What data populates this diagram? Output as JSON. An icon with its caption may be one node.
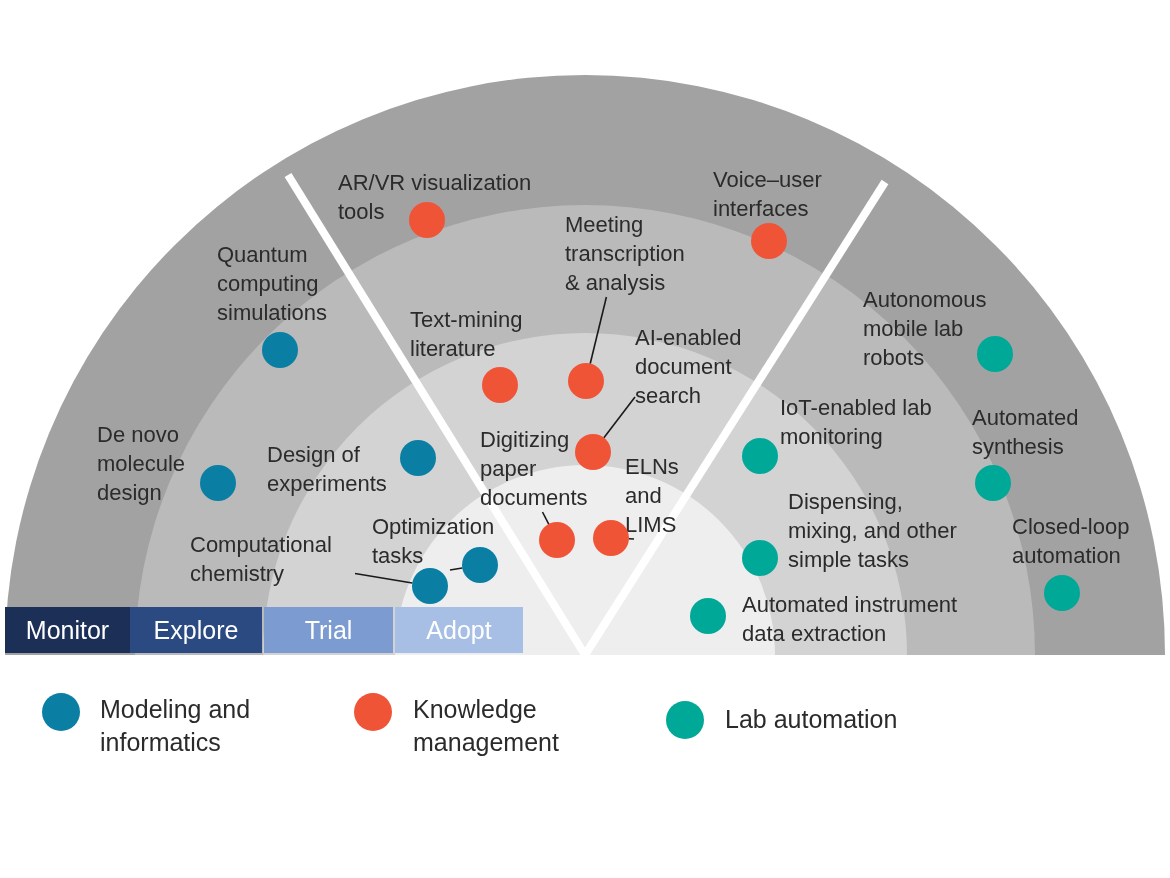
{
  "diagram": {
    "nodes": [
      {
        "text": [
          "Monitor"
        ]
      },
      {
        "text": [
          "Explore"
        ]
      },
      {
        "text": [
          "Trial"
        ]
      },
      {
        "text": [
          "Adopt"
        ]
      },
      {
        "text": [],
        "shape": "circle",
        "beside": [
          "Quantum computing simulations"
        ]
      },
      {
        "text": [],
        "shape": "circle",
        "beside": [
          "De novo molecule design"
        ]
      },
      {
        "text": [],
        "shape": "circle",
        "beside": [
          "Design of experiments"
        ]
      },
      {
        "text": [
          "Computational chemistry"
        ]
      },
      {
        "text": [],
        "shape": "circle"
      },
      {
        "text": [
          "Optimization tasks"
        ]
      },
      {
        "text": [],
        "shape": "circle"
      },
      {
        "text": [],
        "shape": "circle",
        "beside": [
          "AR/VR visualization tools"
        ]
      },
      {
        "text": [],
        "shape": "circle",
        "beside": [
          "Voice–user interfaces"
        ]
      },
      {
        "text": [
          "Meeting transcription & analysis"
        ]
      },
      {
        "text": [],
        "shape": "circle"
      },
      {
        "text": [],
        "shape": "circle",
        "beside": [
          "Text-mining literature"
        ]
      },
      {
        "text": [
          "AI-enabled document search"
        ]
      },
      {
        "text": [],
        "shape": "circle"
      },
      {
        "text": [
          "Digitizing paper documents"
        ]
      },
      {
        "text": [],
        "shape": "circle"
      },
      {
        "text": [
          "ELNs and LIMS"
        ]
      },
      {
        "text": [],
        "shape": "circle"
      },
      {
        "text": [],
        "shape": "circle",
        "beside": [
          "Autonomous mobile lab robots"
        ]
      },
      {
        "text": [],
        "shape": "circle",
        "beside": [
          "IoT-enabled lab monitoring"
        ]
      },
      {
        "text": [],
        "shape": "circle",
        "beside": [
          "Automated synthesis"
        ]
      },
      {
        "text": [],
        "shape": "circle",
        "beside": [
          "Dispensing, mixing, and other simple tasks"
        ]
      },
      {
        "text": [],
        "shape": "circle",
        "beside": [
          "Closed-loop automation"
        ]
      },
      {
        "text": [],
        "shape": "circle",
        "beside": [
          "Automated instrument data extraction"
        ]
      }
    ],
    "edges": [
      {
        "from": 7,
        "to": 8,
        "arrow": "none"
      },
      {
        "from": 9,
        "to": 10,
        "arrow": "none"
      },
      {
        "from": 13,
        "to": 14,
        "arrow": "none"
      },
      {
        "from": 16,
        "to": 17,
        "arrow": "none"
      },
      {
        "from": 18,
        "to": 19,
        "arrow": "none"
      },
      {
        "from": 20,
        "to": 21,
        "arrow": "none"
      }
    ],
    "legend": [
      {
        "text": "Modeling and informatics",
        "color": "#0a7fa3"
      },
      {
        "text": "Knowledge management",
        "color": "#f05437"
      },
      {
        "text": "Lab automation",
        "color": "#00a898"
      }
    ]
  }
}
